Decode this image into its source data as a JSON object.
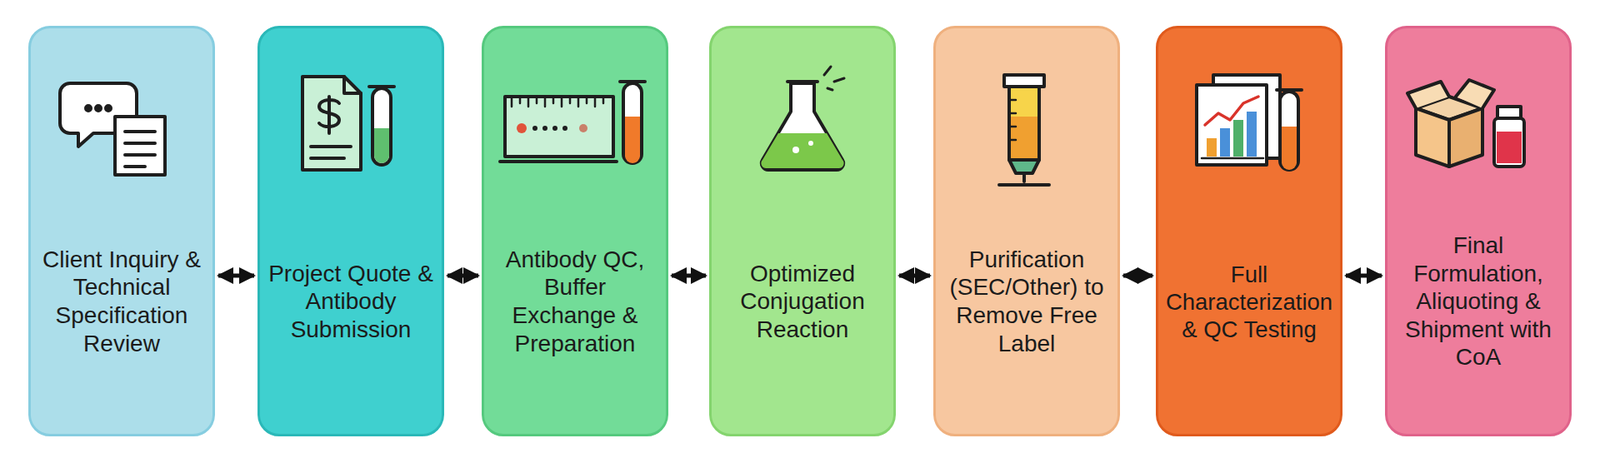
{
  "diagram": {
    "nodes": [
      {
        "text": [
          "Client Inquiry & Technical Specification Review"
        ]
      },
      {
        "text": [
          "Project Quote & Antibody Submission"
        ]
      },
      {
        "text": [
          "Antibody QC, Buffer Exchange & Preparation"
        ]
      },
      {
        "text": [
          "Optimized Conjugation Reaction"
        ]
      },
      {
        "text": [
          "Purification (SEC/Other) to Remove Free Label"
        ]
      },
      {
        "text": [
          "Full Characterization & QC Testing"
        ]
      },
      {
        "text": [
          "Final Formulation, Aliquoting & Shipment with CoA"
        ]
      }
    ],
    "edges": [
      {
        "from": 0,
        "to": 1,
        "arrow": "both"
      },
      {
        "from": 1,
        "to": 2,
        "arrow": "both"
      },
      {
        "from": 2,
        "to": 3,
        "arrow": "both"
      },
      {
        "from": 3,
        "to": 4,
        "arrow": "both"
      },
      {
        "from": 4,
        "to": 5,
        "arrow": "both"
      },
      {
        "from": 5,
        "to": 6,
        "arrow": "both"
      }
    ]
  }
}
